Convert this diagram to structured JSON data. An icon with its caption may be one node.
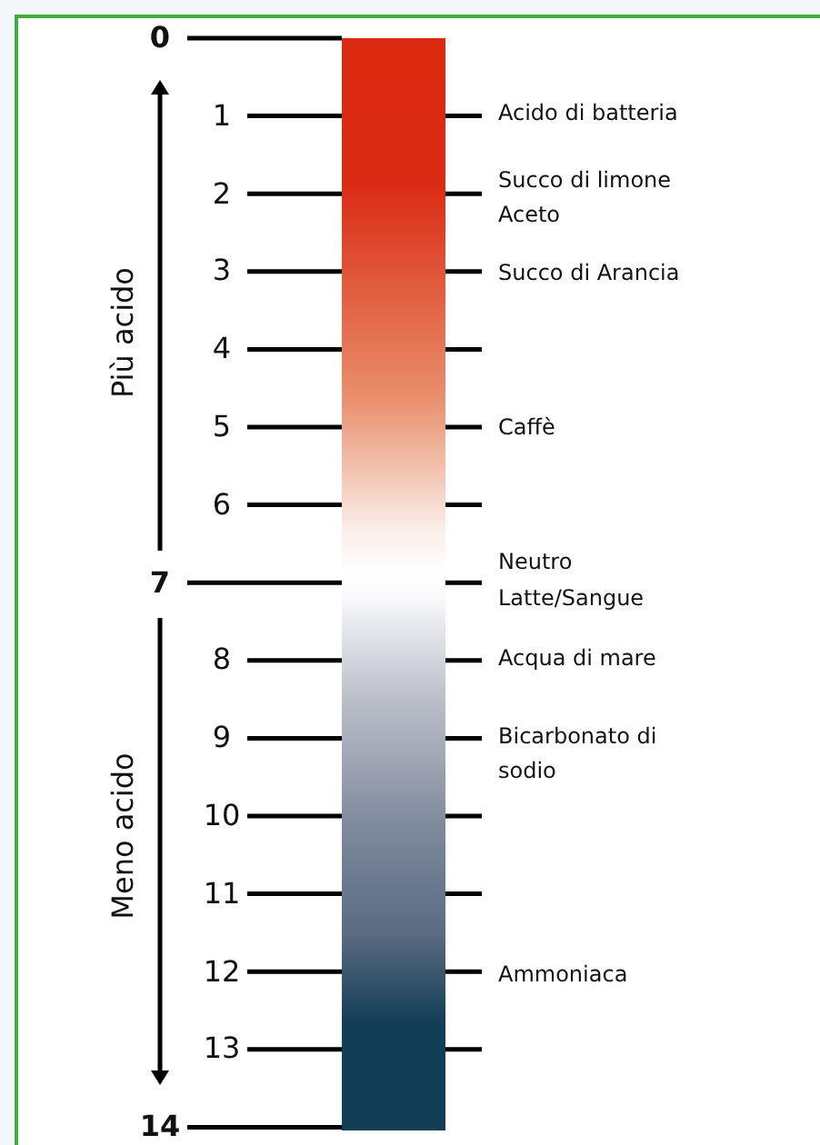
{
  "diagram": {
    "labels": [
      "0",
      "1",
      "Acido di batteria",
      "2",
      "Succo di limone",
      "Aceto",
      "3",
      "Succo di Arancia",
      "4",
      "Più acido",
      "5",
      "Caffè",
      "6",
      "Neutro",
      "7",
      "Latte/Sangue",
      "8",
      "Acqua di mare",
      "9",
      "Bicarbonato di sodio",
      "10",
      "Meno acido",
      "11",
      "12",
      "Ammoniaca",
      "13",
      "14"
    ]
  }
}
